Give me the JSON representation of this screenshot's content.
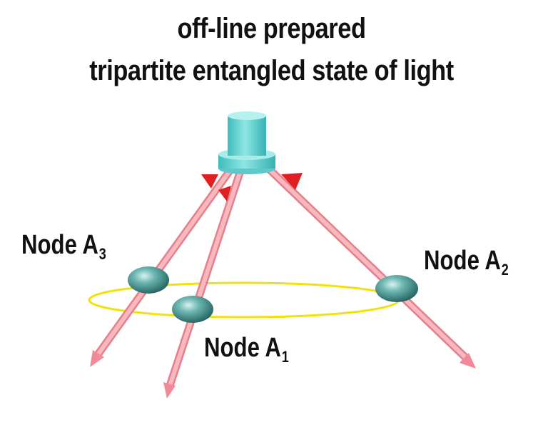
{
  "title": {
    "line1": "off-line prepared",
    "line2": "tripartite entangled state of light"
  },
  "nodes": [
    {
      "prefix": "Node A",
      "sub": "3"
    },
    {
      "prefix": "Node A",
      "sub": "2"
    },
    {
      "prefix": "Node A",
      "sub": "1"
    }
  ],
  "colors": {
    "beam": "#f4a6ad",
    "beam_edge": "#e3808b",
    "ring": "#f2e20a",
    "source": "#5fd3d3",
    "node": "#3f8c8a",
    "marker": "#e02020",
    "text": "#111111"
  }
}
